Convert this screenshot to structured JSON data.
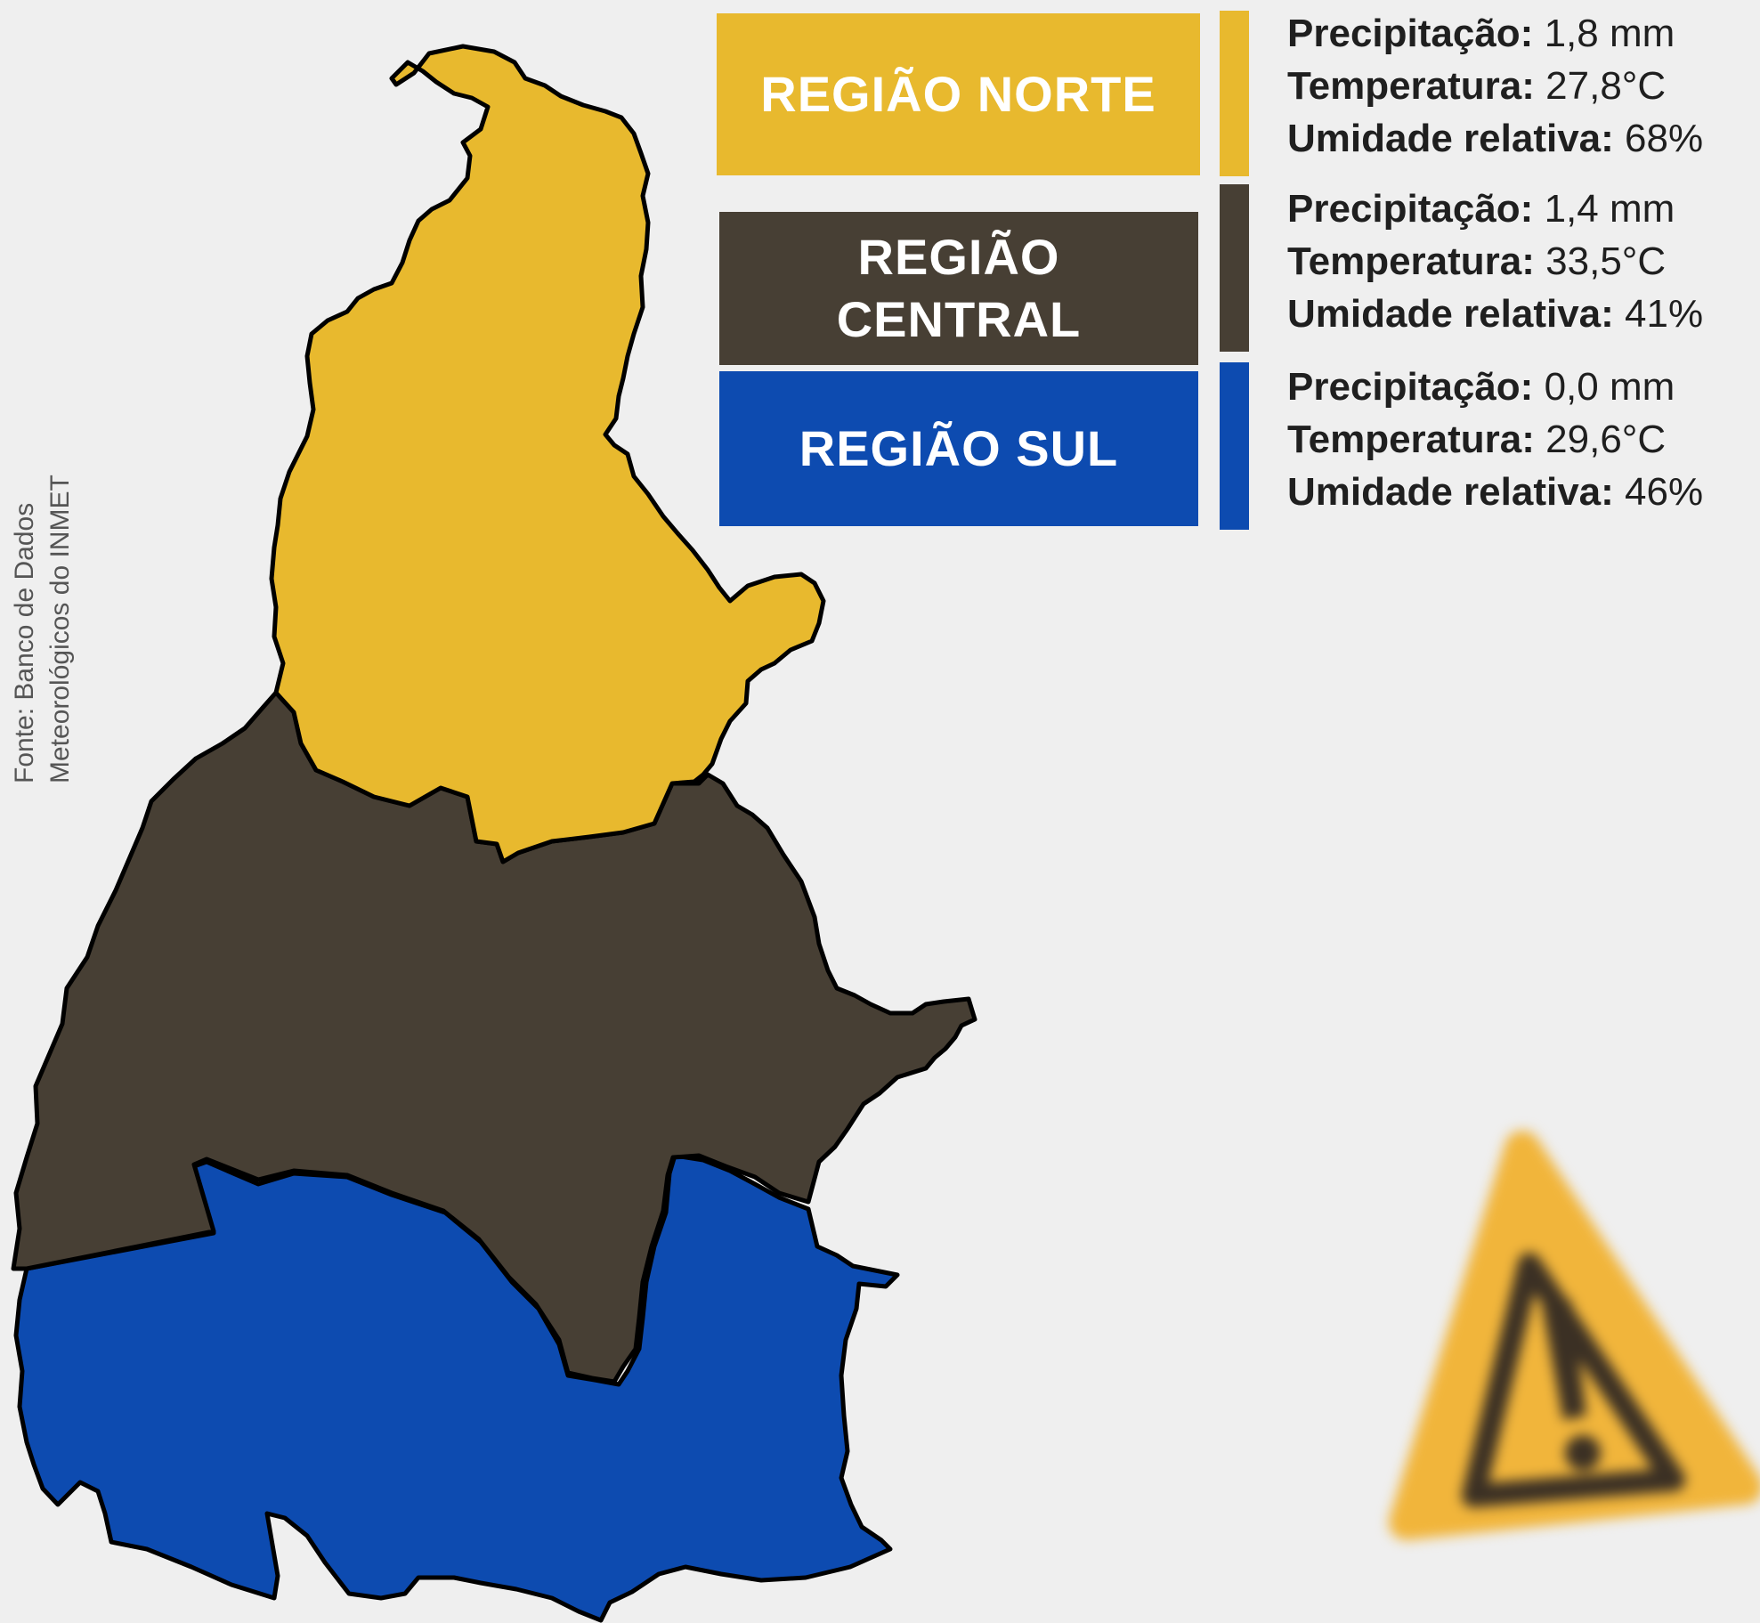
{
  "source": {
    "line1": "Fonte: Banco de Dados",
    "line2": "Meteorológicos do INMET"
  },
  "colors": {
    "norte": "#E8B92E",
    "central": "#473F34",
    "sul": "#0D4BB0",
    "warning": "#F1B53B",
    "background": "#EFEFEF"
  },
  "regions": [
    {
      "id": "norte",
      "name_lines": [
        "REGIÃO NORTE"
      ],
      "stats": [
        {
          "label": "Precipitação:",
          "value": "1,8 mm"
        },
        {
          "label": "Temperatura:",
          "value": "27,8°C"
        },
        {
          "label": "Umidade relativa:",
          "value": "68%"
        }
      ]
    },
    {
      "id": "central",
      "name_lines": [
        "REGIÃO",
        "CENTRAL"
      ],
      "stats": [
        {
          "label": "Precipitação:",
          "value": "1,4 mm"
        },
        {
          "label": "Temperatura:",
          "value": "33,5°C"
        },
        {
          "label": "Umidade relativa:",
          "value": "41%"
        }
      ]
    },
    {
      "id": "sul",
      "name_lines": [
        "REGIÃO SUL"
      ],
      "stats": [
        {
          "label": "Precipitação:",
          "value": "0,0 mm"
        },
        {
          "label": "Temperatura:",
          "value": "29,6°C"
        },
        {
          "label": "Umidade relativa:",
          "value": "46%"
        }
      ]
    }
  ],
  "icons": {
    "warning": "warning-triangle-icon"
  }
}
